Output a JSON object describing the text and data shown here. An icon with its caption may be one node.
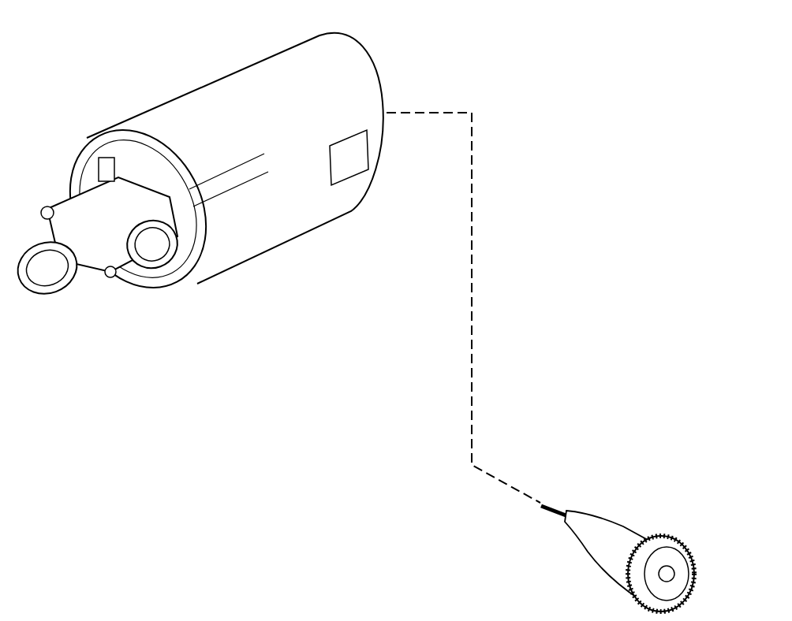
{
  "diagram": {
    "nodes": [
      {
        "text": [],
        "shape": "picture"
      },
      {
        "text": [],
        "shape": "picture"
      }
    ],
    "edges": [
      {
        "from": 0,
        "to": 1,
        "arrow": "none",
        "style": "dashed"
      }
    ]
  }
}
